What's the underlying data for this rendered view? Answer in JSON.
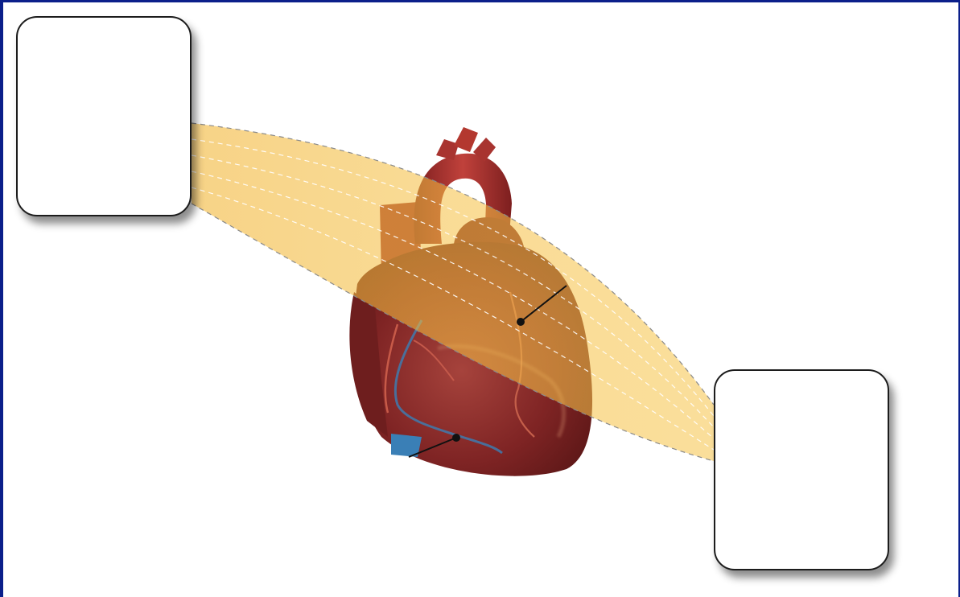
{
  "diagram": {
    "subject": "heart",
    "label_boxes": [
      {
        "id": "left",
        "text": ""
      },
      {
        "id": "right",
        "text": ""
      }
    ],
    "pointers": [
      {
        "id": "upper",
        "text": ""
      },
      {
        "id": "lower",
        "text": ""
      }
    ]
  },
  "colors": {
    "background_border": "#0b1f8a",
    "heart_muscle": "#8a2a2a",
    "aorta": "#b1322f",
    "band_fill": "#f6c14a",
    "dashed_lines": "#8a8a8a",
    "vessel_blue": "#3a7fb6"
  }
}
